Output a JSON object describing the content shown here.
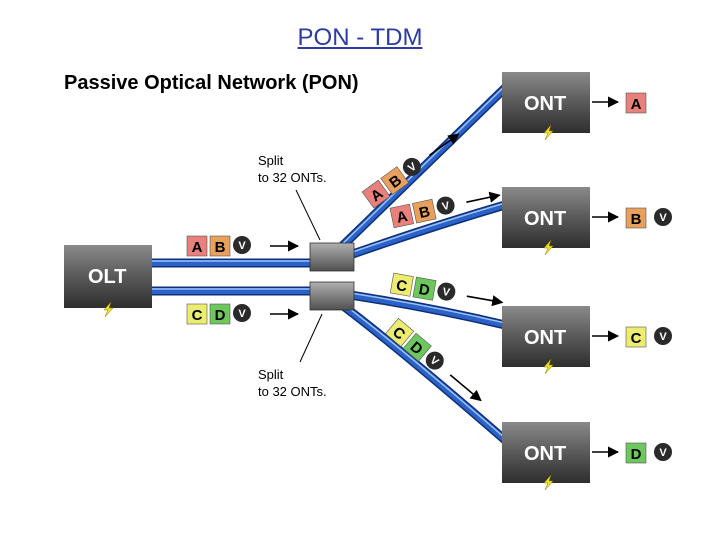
{
  "slide_title": "PON - TDM",
  "diagram_title": "Passive Optical Network (PON)",
  "olt": {
    "label": "OLT"
  },
  "splitters": [
    {
      "note": [
        "Split",
        "to 32 ONTs."
      ]
    },
    {
      "note": [
        "Split",
        "to 32 ONTs."
      ]
    }
  ],
  "input_streams": [
    {
      "tags": [
        "A",
        "B",
        "V"
      ]
    },
    {
      "tags": [
        "C",
        "D",
        "V"
      ]
    }
  ],
  "onts": [
    {
      "label": "ONT",
      "output": [
        "A"
      ]
    },
    {
      "label": "ONT",
      "output": [
        "B",
        "V"
      ]
    },
    {
      "label": "ONT",
      "output": [
        "C",
        "V"
      ]
    },
    {
      "label": "ONT",
      "output": [
        "D",
        "V"
      ]
    }
  ],
  "branch_streams": [
    {
      "tags": [
        "A",
        "B",
        "V"
      ]
    },
    {
      "tags": [
        "A",
        "B",
        "V"
      ]
    },
    {
      "tags": [
        "C",
        "D",
        "V"
      ]
    },
    {
      "tags": [
        "C",
        "D",
        "V"
      ]
    }
  ],
  "colors": {
    "A": "#e8807c",
    "B": "#e8a05c",
    "C": "#ecec70",
    "D": "#6cc85c",
    "V": "#2a2a2a",
    "fiber": "#2a62c8",
    "fiber_dark": "#0e2f7a",
    "title": "#2b3aa6"
  }
}
